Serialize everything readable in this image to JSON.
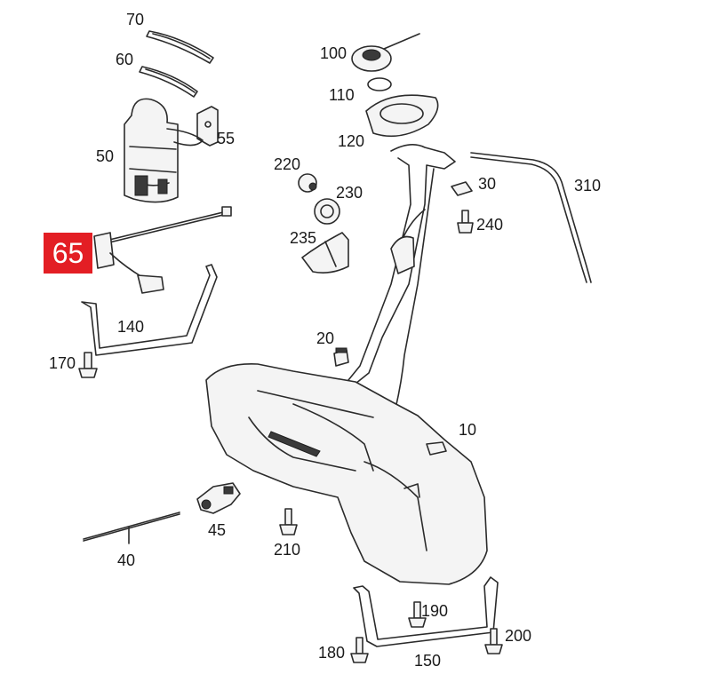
{
  "highlight": {
    "label": "65",
    "color": "#e31e24"
  },
  "labels": {
    "p70": "70",
    "p60": "60",
    "p50": "50",
    "p55": "55",
    "p100": "100",
    "p110": "110",
    "p120": "120",
    "p220": "220",
    "p230": "230",
    "p235": "235",
    "p30": "30",
    "p310": "310",
    "p240": "240",
    "p140": "140",
    "p170": "170",
    "p20": "20",
    "p10": "10",
    "p45": "45",
    "p40": "40",
    "p210": "210",
    "p190": "190",
    "p180": "180",
    "p200": "200",
    "p150": "150"
  }
}
